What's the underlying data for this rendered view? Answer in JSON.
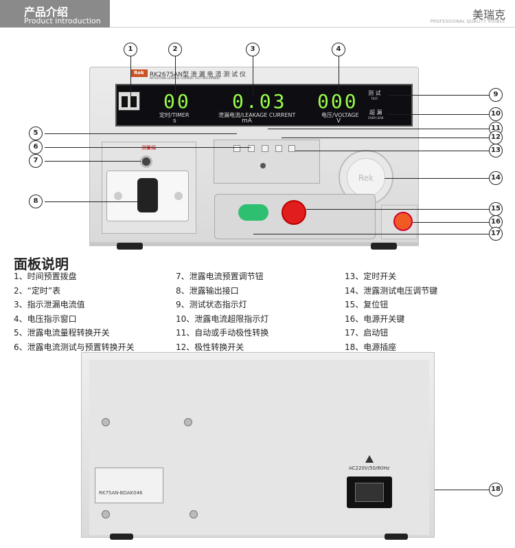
{
  "header": {
    "title_cn": "产品介绍",
    "title_en": "Product introduction"
  },
  "brand": {
    "name": "美瑞克",
    "tagline": "PROFESSIONAL QUALITY VISIBLE"
  },
  "device": {
    "logo": "Rek",
    "model": "RK2675AN型 泄 漏 电 流 测 试 仪",
    "model_sub": "WITHSTAND LEAKAGE CURRENT TEST INSTRUMENT",
    "timer_value": "00",
    "timer_label": "定时/TIMER",
    "timer_unit": "s",
    "leakage_value": "0.03",
    "leakage_label": "泄漏电流/LEAKAGE CURRENT",
    "leakage_unit": "mA",
    "voltage_value": "000",
    "voltage_label": "电压/VOLTAGE",
    "voltage_unit": "V",
    "test_cn": "测 试",
    "test_en": "TEST",
    "over_cn": "超 漏",
    "over_en": "OVER LEAK",
    "port_label": "测量端",
    "knob_logo": "Rek"
  },
  "callouts": [
    "1",
    "2",
    "3",
    "4",
    "5",
    "6",
    "7",
    "8",
    "9",
    "10",
    "11",
    "12",
    "13",
    "14",
    "15",
    "16",
    "17",
    "18"
  ],
  "panel_title": "面板说明",
  "legend_col1": [
    "1、时间预置拨盘",
    "2、“定时”表",
    "3、指示泄漏电流值",
    "4、电压指示窗口",
    "5、泄露电流量程转换开关",
    "6、泄露电流测试与预置转换开关"
  ],
  "legend_col2": [
    "7、泄露电流预置调节钮",
    "8、泄露输出接口",
    "9、测试状态指示灯",
    "10、泄露电流超限指示灯",
    "11、自动或手动极性转换",
    "12、极性转换开关"
  ],
  "legend_col3": [
    "13、定时开关",
    "14、泄露测试电压调节键",
    "15、复位钮",
    "16、电源开关键",
    "17、启动钮",
    "18、电源插座"
  ],
  "back": {
    "ac_label": "AC220V/50/60Hz",
    "serial": "RK75AN-BDAK046"
  },
  "colors": {
    "display_digits": "#9aff4a",
    "reset_button": "#e21d1d",
    "start_button": "#2ec070",
    "power_button": "#f15a22"
  }
}
